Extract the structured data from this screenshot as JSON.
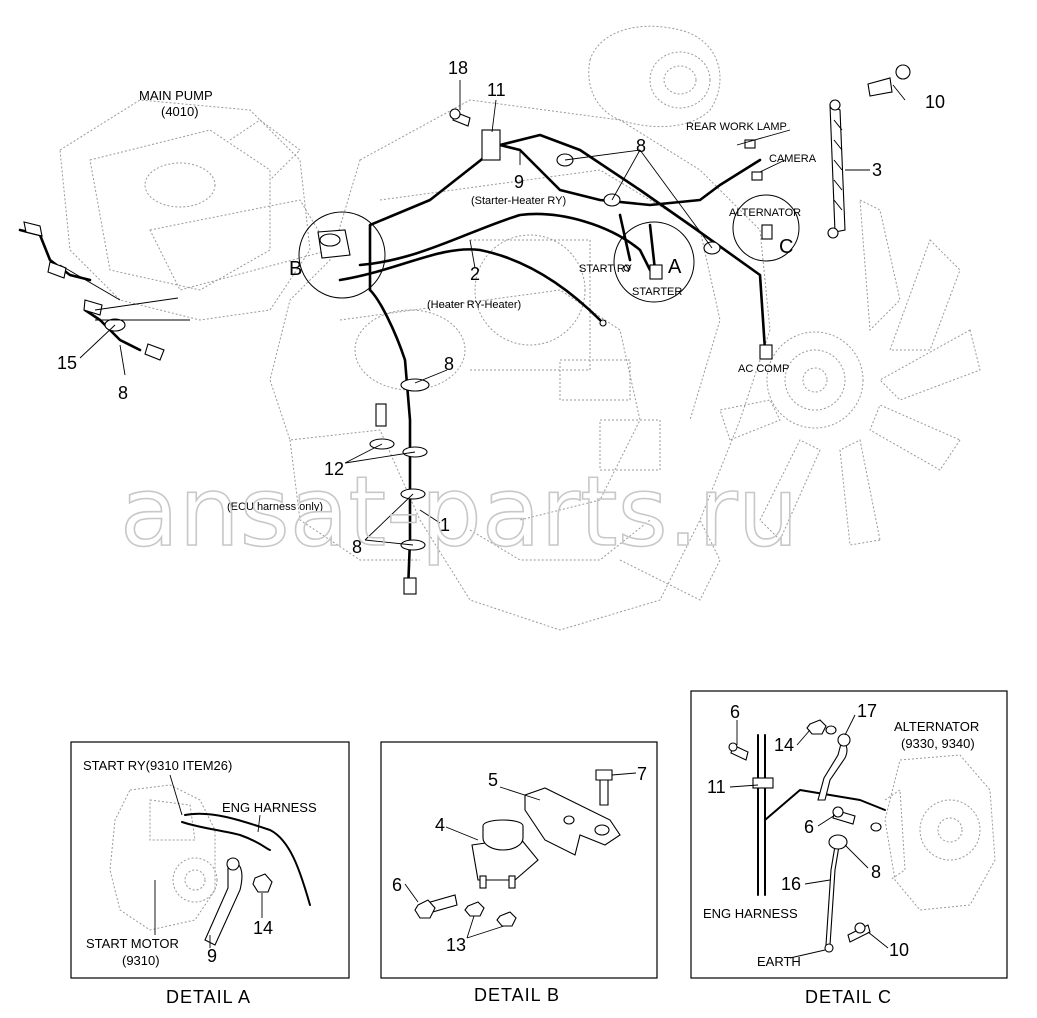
{
  "watermark": "ansat-parts.ru",
  "main": {
    "main_pump": "MAIN PUMP",
    "main_pump_code": "(4010)",
    "rear_work_lamp": "REAR WORK LAMP",
    "camera": "CAMERA",
    "alternator": "ALTERNATOR",
    "start_ry": "START RY",
    "starter": "STARTER",
    "ac_comp": "AC COMP",
    "starter_heater_ry": "(Starter-Heater RY)",
    "heater_ry_heater": "(Heater RY-Heater)",
    "ecu_harness_only": "(ECU harness only)",
    "callout_a": "A",
    "callout_b": "B",
    "callout_c": "C",
    "n1": "1",
    "n2": "2",
    "n3": "3",
    "n8a": "8",
    "n8b": "8",
    "n8c": "8",
    "n8d": "8",
    "n9": "9",
    "n10": "10",
    "n11": "11",
    "n12": "12",
    "n15": "15",
    "n18": "18"
  },
  "detail_a": {
    "title": "DETAIL  A",
    "start_ry": "START RY(9310 ITEM26)",
    "eng_harness": "ENG HARNESS",
    "start_motor": "START MOTOR",
    "start_motor_code": "(9310)",
    "n9": "9",
    "n14": "14"
  },
  "detail_b": {
    "title": "DETAIL  B",
    "n4": "4",
    "n5": "5",
    "n6": "6",
    "n7": "7",
    "n13": "13"
  },
  "detail_c": {
    "title": "DETAIL  C",
    "alternator": "ALTERNATOR",
    "alternator_code": "(9330, 9340)",
    "eng_harness": "ENG HARNESS",
    "earth": "EARTH",
    "n6a": "6",
    "n6b": "6",
    "n8": "8",
    "n10": "10",
    "n11": "11",
    "n14": "14",
    "n16": "16",
    "n17": "17"
  }
}
